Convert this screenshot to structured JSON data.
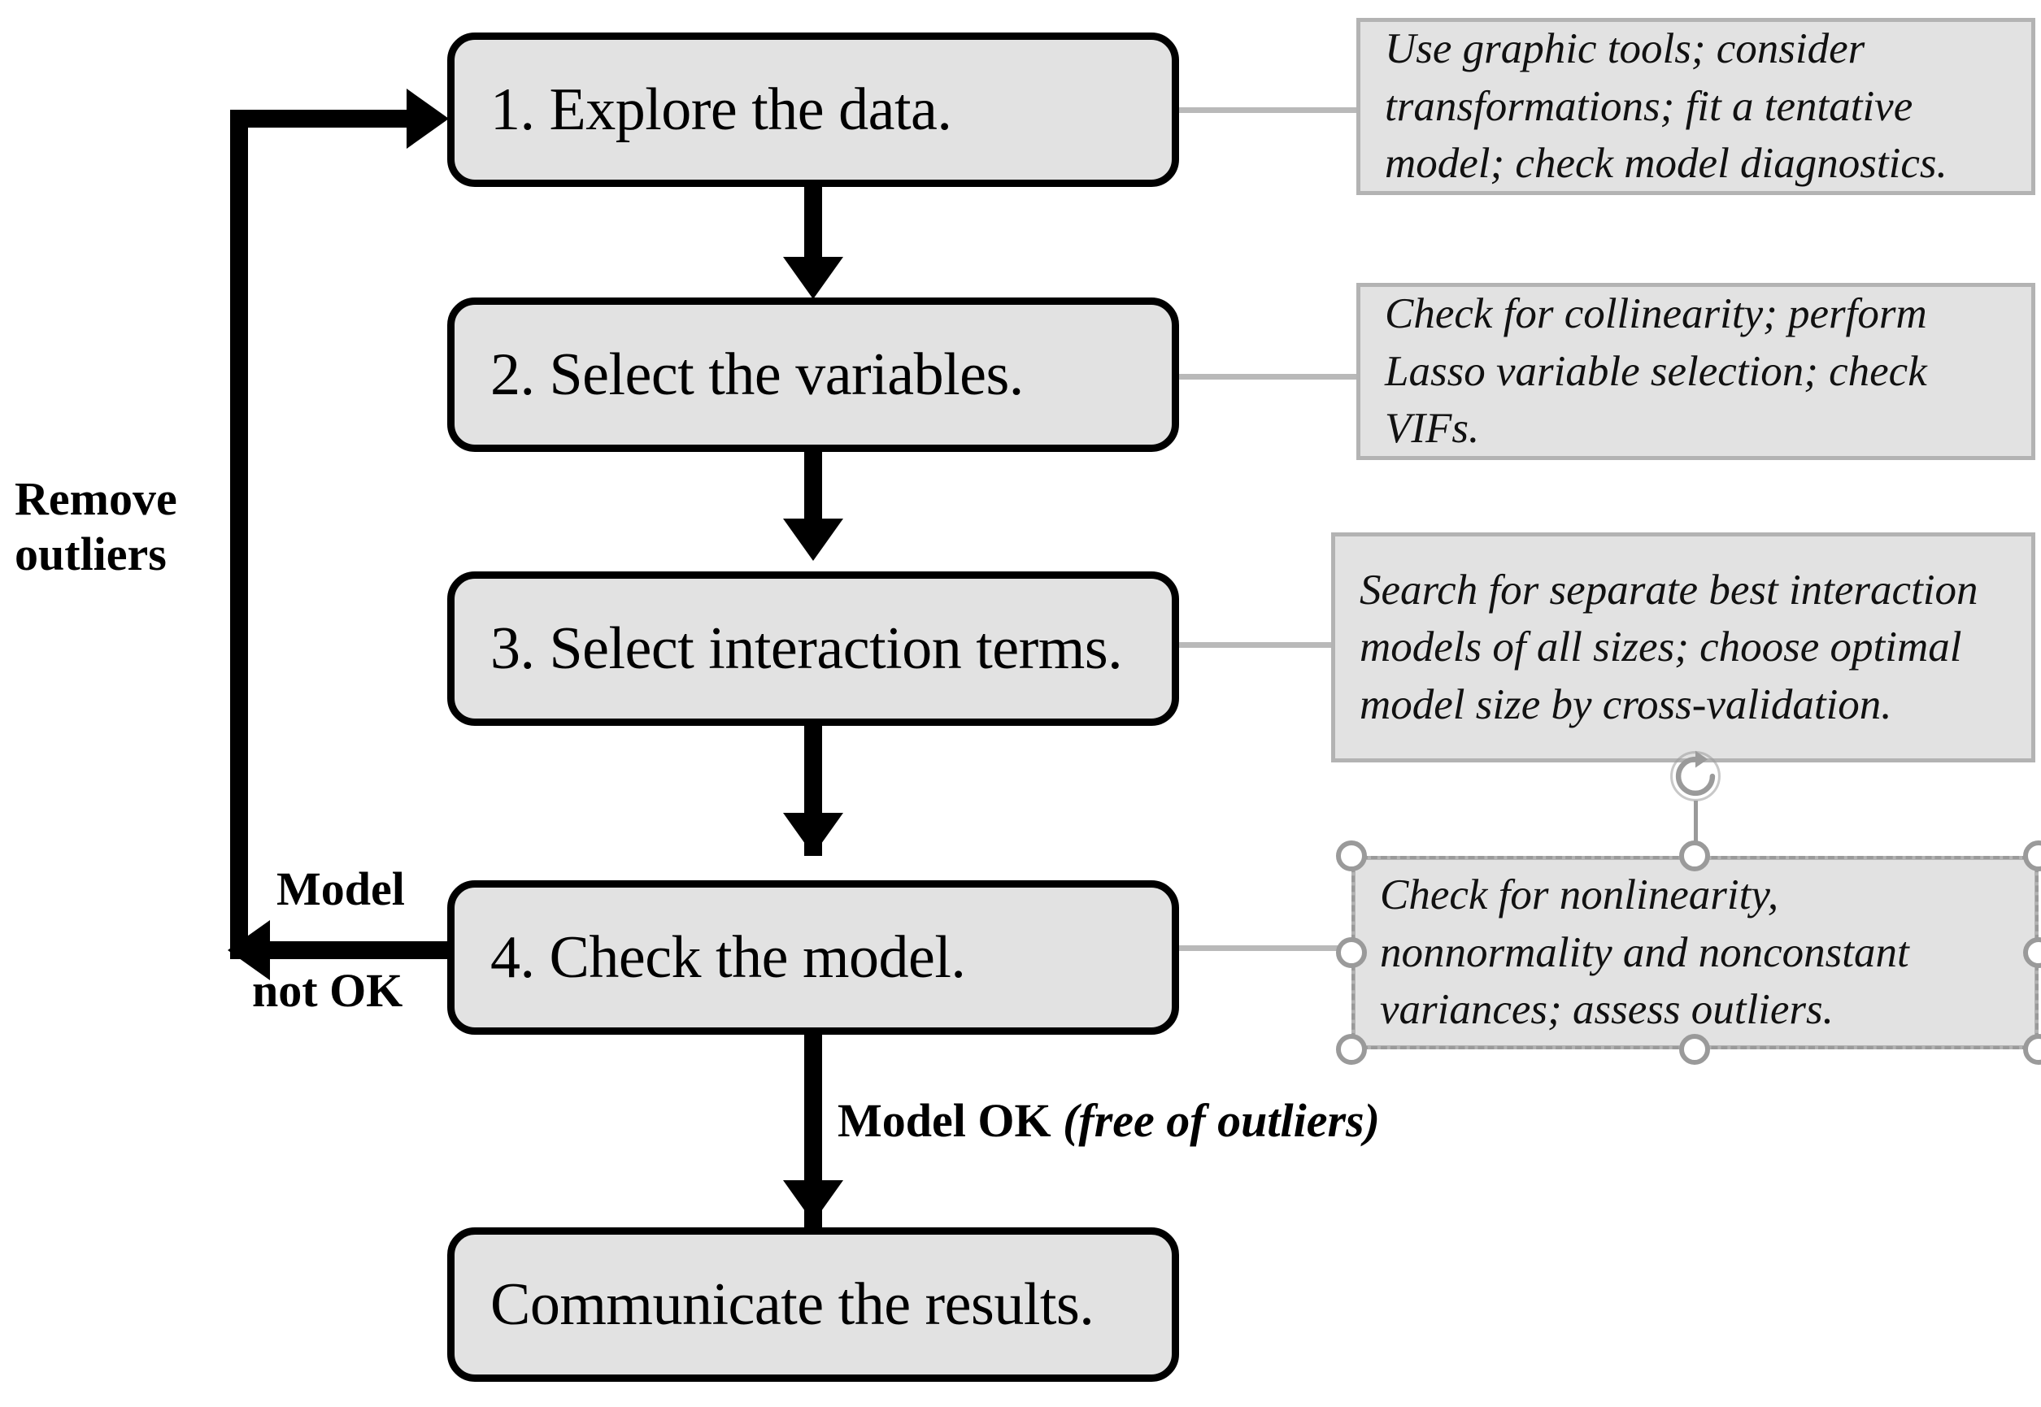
{
  "diagram": {
    "title_present": false,
    "colors": {
      "box_fill": "#e2e2e2",
      "box_border": "#000000",
      "note_fill": "#e2e2e2",
      "note_border": "#b3b3b3",
      "leader_line": "#b9b9b9",
      "connector": "#000000",
      "selection": "#9a9a9a",
      "background": "#ffffff"
    },
    "steps": [
      {
        "id": "step-1",
        "label": "1. Explore the data."
      },
      {
        "id": "step-2",
        "label": "2. Select the variables."
      },
      {
        "id": "step-3",
        "label": "3. Select interaction terms."
      },
      {
        "id": "step-4",
        "label": "4. Check the model."
      },
      {
        "id": "step-5",
        "label": "Communicate the results."
      }
    ],
    "notes": [
      {
        "id": "note-1",
        "text": "Use graphic tools; consider transformations; fit a tentative model; check model diagnostics."
      },
      {
        "id": "note-2",
        "text": "Check for collinearity; perform Lasso variable selection; check VIFs."
      },
      {
        "id": "note-3",
        "text": "Search for separate best interaction models of all sizes; choose optimal model size by cross-validation."
      },
      {
        "id": "note-4",
        "text": "Check for nonlinearity, nonnormality and nonconstant variances; assess outliers."
      }
    ],
    "edge_labels": {
      "feedback_line1": "Remove",
      "feedback_line2": "outliers",
      "model_not_ok_line1": "Model",
      "model_not_ok_line2": "not OK",
      "model_ok_bold": "Model OK",
      "model_ok_italic": "(free of outliers)"
    },
    "selection": {
      "selected_element": "note-4",
      "handle_count": 8,
      "rotate_handle": "rotate-icon"
    }
  }
}
